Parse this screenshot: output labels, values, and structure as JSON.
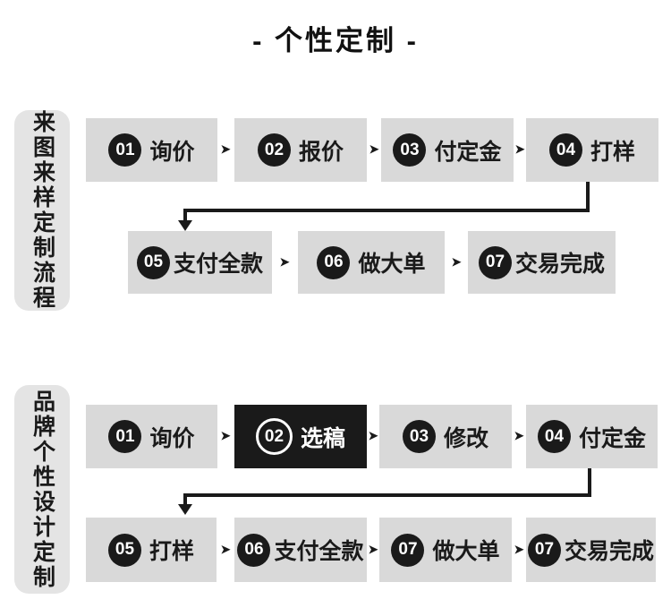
{
  "title": "- 个性定制 -",
  "arrow": "➤",
  "colors": {
    "background": "#ffffff",
    "box_bg": "#d9d9d9",
    "sidebar_bg": "#e4e4e4",
    "highlight_bg": "#1a1a1a",
    "badge_bg": "#1a1a1a",
    "badge_text": "#ffffff",
    "text": "#1a1a1a"
  },
  "sections": [
    {
      "sidebar_label": "来图来样定制流程",
      "rows": [
        {
          "steps": [
            {
              "num": "01",
              "label": "询价"
            },
            {
              "num": "02",
              "label": "报价"
            },
            {
              "num": "03",
              "label": "付定金"
            },
            {
              "num": "04",
              "label": "打样"
            }
          ]
        },
        {
          "steps": [
            {
              "num": "05",
              "label": "支付全款"
            },
            {
              "num": "06",
              "label": "做大单"
            },
            {
              "num": "07",
              "label": "交易完成"
            }
          ]
        }
      ]
    },
    {
      "sidebar_label": "品牌个性设计定制",
      "rows": [
        {
          "steps": [
            {
              "num": "01",
              "label": "询价"
            },
            {
              "num": "02",
              "label": "选稿",
              "highlight": true
            },
            {
              "num": "03",
              "label": "修改"
            },
            {
              "num": "04",
              "label": "付定金"
            }
          ]
        },
        {
          "steps": [
            {
              "num": "05",
              "label": "打样"
            },
            {
              "num": "06",
              "label": "支付全款"
            },
            {
              "num": "07",
              "label": "做大单"
            },
            {
              "num": "07",
              "label": "交易完成"
            }
          ]
        }
      ]
    }
  ]
}
